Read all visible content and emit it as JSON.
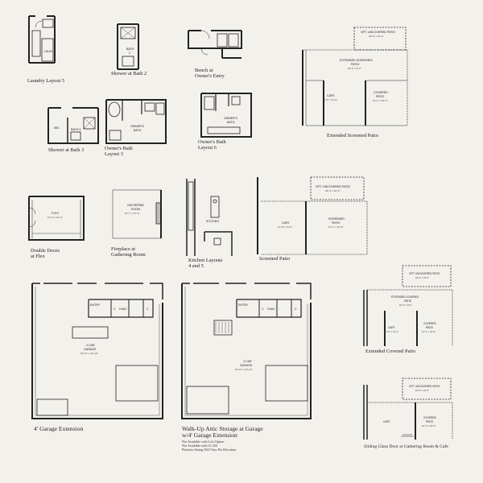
{
  "captions": {
    "laundry5": "Laundry Layout 5",
    "shower2": "Shower at Bath 2",
    "bench": [
      "Bench at",
      "Owner's Entry"
    ],
    "ext_screened": "Extended Screened Patio",
    "shower3": "Shower at Bath 3",
    "owner_bath3": [
      "Owner's Bath",
      "Layout 3"
    ],
    "owner_bath6": [
      "Owner's Bath",
      "Layout 6"
    ],
    "double_doors": [
      "Double Doors",
      "at Flex"
    ],
    "fireplace": [
      "Fireplace at",
      "Gathering Room"
    ],
    "kitchen45": [
      "Kitchen Layouts",
      "4 and 5"
    ],
    "screened": "Screened Patio",
    "garage4": "4' Garage Extension",
    "walkup": [
      "Walk-Up Attic Storage at Garage",
      "w/4' Garage Extension"
    ],
    "walkup_notes": [
      "Not Available with Loft Option",
      "Not Available with LC102",
      "Platform Sizing Will Vary Per Elevation"
    ],
    "ext_covered": "Extended Covered Patio",
    "sliding": "Sliding Glass Door at Gathering Room & Cafe"
  },
  "labels": {
    "laun": "LAUN",
    "bath2": [
      "BATH",
      "2"
    ],
    "bath3": "BATH 3",
    "wic": "WIC",
    "owners_bath": [
      "OWNER'S",
      "BATH"
    ],
    "opt_uncovered_patio": "OPT. UNCOVERED PATIO",
    "opt_uncovered_dim": "18'-0\" x 10'-0\"",
    "extended_screened_patio": [
      "EXTENDED SCREENED",
      "PATIO"
    ],
    "ext_screened_dim": "18'-0\" x 8'-0\"",
    "cafe": "CAFE",
    "cafe_dim": "14'-0\" x 9'-11\"",
    "covered_patio": [
      "COVERED",
      "PATIO"
    ],
    "covered_dim": "14'-1\" x 10'-0\"",
    "flex": "FLEX",
    "flex_dim": "14'-0\" x 16'-0\"",
    "gathering_room": [
      "GATHERING",
      "ROOM"
    ],
    "gathering_dim": "16'-7\" x 17'-0\"",
    "kitchen": "KITCHEN",
    "opt_uncovered_dim2": "18'-0\" x 10'-0\"",
    "cafe_dim2": "10'-8\" x 11'-0\"",
    "screened_patio": [
      "SCREENED",
      "PATIO"
    ],
    "screened_dim": "14'-1\" x 10'-0\"",
    "entry": "ENTRY",
    "hvac": "HVAC",
    "c": "C",
    "three_car_garage": [
      "3 CAR",
      "GARAGE"
    ],
    "garage_dim": "29'-11\" x 22'-10\"",
    "garage_dim2": "29'-11\" x 22'-10\"",
    "opt_uncovered_small": "OPT. UNCOVERED PATIO",
    "opt_uncovered_small_dim": "18'-0\" x 10'-0\"",
    "extended_covered_patio": [
      "EXTENDED COVERED",
      "PATIO"
    ],
    "ext_covered_dim": "18'-0\" x 8'-0\"",
    "cafe_small_dim": "11'-8\" x 13'-1\"",
    "covered_small_dim": "14'-1\" x 10'-0\"",
    "covered_small_dim2": "14'-1\" x 10'-0\""
  }
}
